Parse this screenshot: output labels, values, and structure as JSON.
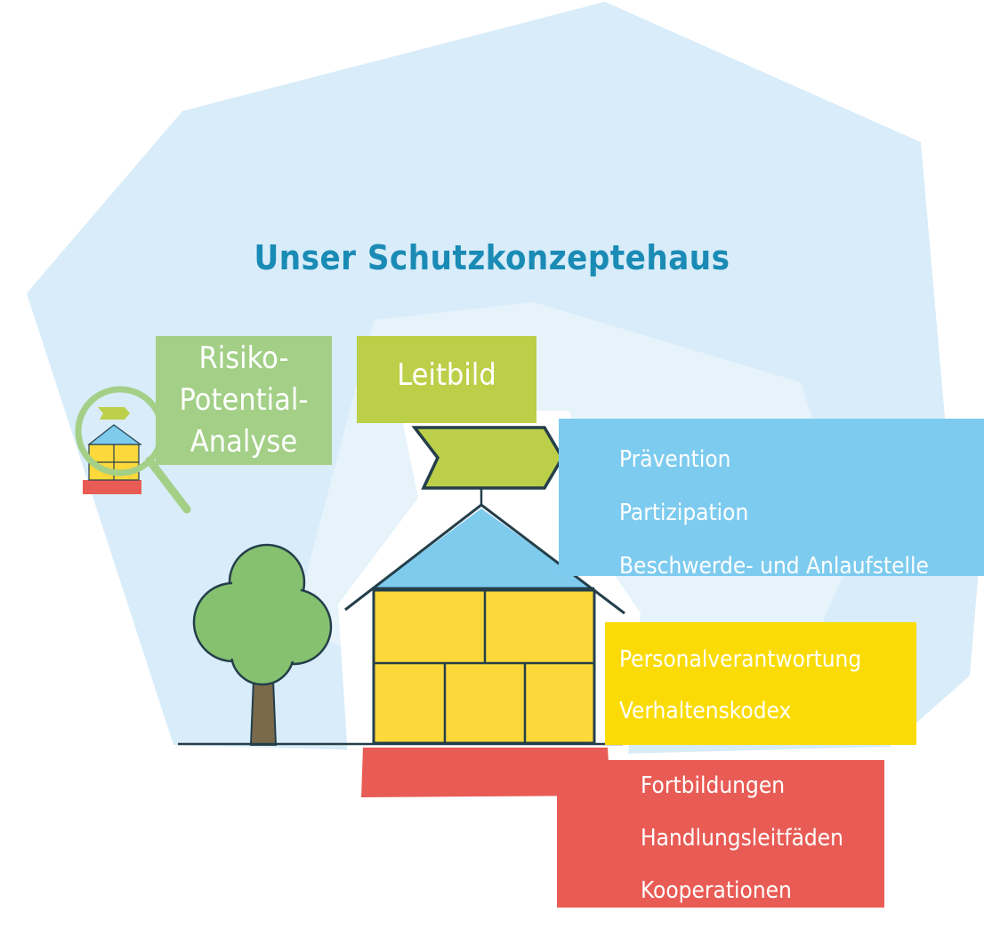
{
  "title": "Unser Schutzkonzeptehaus",
  "risk_analysis": {
    "lines": [
      "Risiko-",
      "Potential-",
      "Analyse"
    ]
  },
  "mission": {
    "label": "Leitbild"
  },
  "roof_items": [
    "Prävention",
    "Partizipation",
    "Beschwerde- und Anlaufstelle"
  ],
  "wall_items": [
    "Personalverantwortung",
    "Verhaltenskodex"
  ],
  "foundation_items": [
    "Fortbildungen",
    "Handlungsleitfäden",
    "Kooperationen"
  ],
  "colors": {
    "title": "#1a8bb5",
    "risk": "#a3cf87",
    "mission": "#bccf48",
    "roof": "#7dcbef",
    "walls": "#fbdb05",
    "foundation": "#e85c55",
    "background_blob": "#d8ecf9"
  }
}
